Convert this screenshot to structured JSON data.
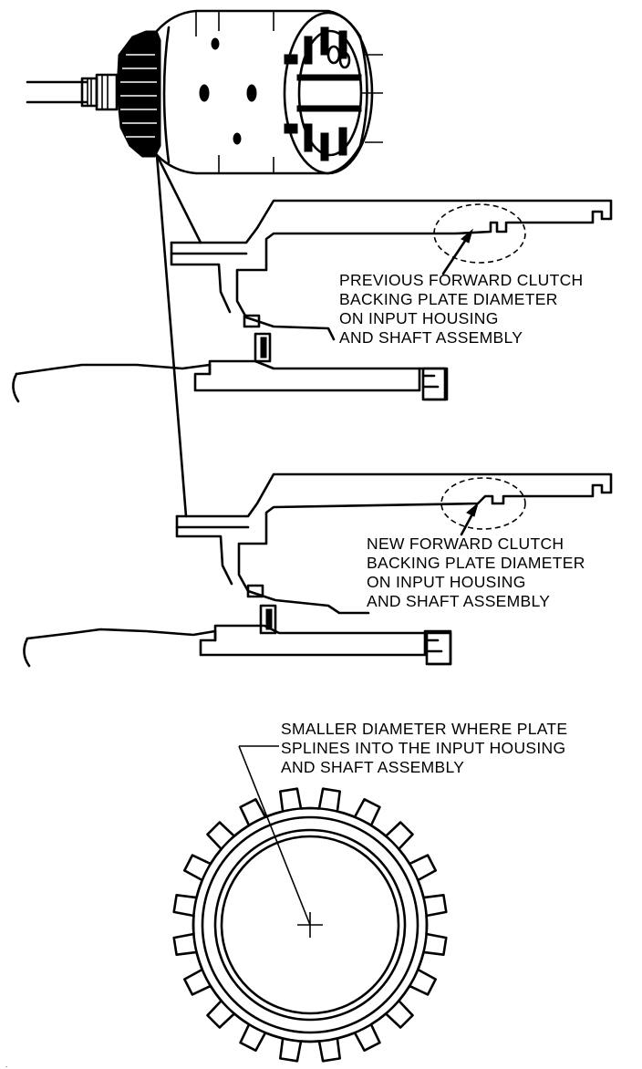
{
  "labels": {
    "previous": {
      "lines": [
        "PREVIOUS FORWARD CLUTCH",
        "BACKING PLATE DIAMETER",
        "ON INPUT HOUSING",
        "AND SHAFT ASSEMBLY"
      ]
    },
    "new": {
      "lines": [
        "NEW FORWARD CLUTCH",
        "BACKING PLATE DIAMETER",
        "ON INPUT HOUSING",
        "AND SHAFT ASSEMBLY"
      ]
    },
    "smaller": {
      "lines": [
        "SMALLER DIAMETER WHERE PLATE",
        "SPLINES INTO THE INPUT HOUSING",
        "AND SHAFT ASSEMBLY"
      ]
    }
  },
  "colors": {
    "ink": "#000000",
    "paper": "#ffffff"
  }
}
